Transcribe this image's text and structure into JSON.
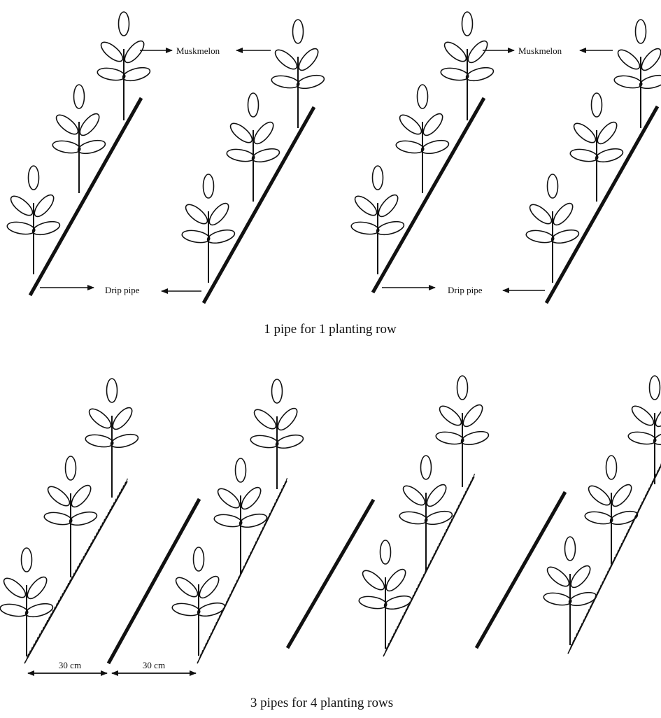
{
  "top_panel": {
    "caption": "1 pipe for 1 planting row",
    "labels": {
      "plant": "Muskmelon",
      "pipe": "Drip pipe"
    }
  },
  "bottom_panel": {
    "caption": "3 pipes for 4 planting rows",
    "spacing_labels": {
      "left": "30 cm",
      "right": "30 cm"
    }
  },
  "colors": {
    "line": "#111111",
    "background": "#ffffff"
  }
}
